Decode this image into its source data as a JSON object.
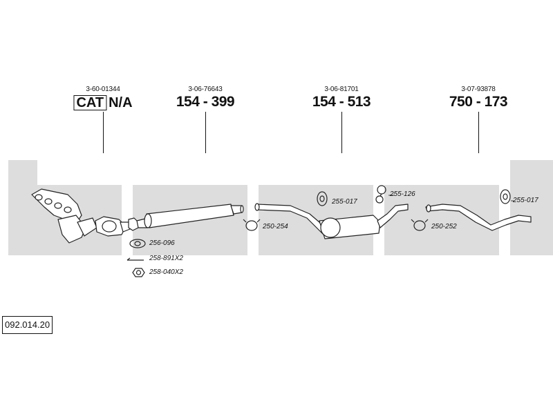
{
  "diagram": {
    "id": "092.014.20",
    "sections": [
      {
        "oe_ref": "3-60-01344",
        "part_no": "N/A",
        "cat_label": "CAT"
      },
      {
        "oe_ref": "3-06-76643",
        "part_no": "154 - 399"
      },
      {
        "oe_ref": "3-06-81701",
        "part_no": "154 - 513"
      },
      {
        "oe_ref": "3-07-93878",
        "part_no": "750 - 173"
      }
    ],
    "fittings": [
      {
        "code": "256-096"
      },
      {
        "code": "258-891X2"
      },
      {
        "code": "258-040X2"
      },
      {
        "code": "250-254"
      },
      {
        "code": "255-017"
      },
      {
        "code": "255-126"
      },
      {
        "code": "250-252"
      },
      {
        "code": "255-017"
      }
    ]
  }
}
